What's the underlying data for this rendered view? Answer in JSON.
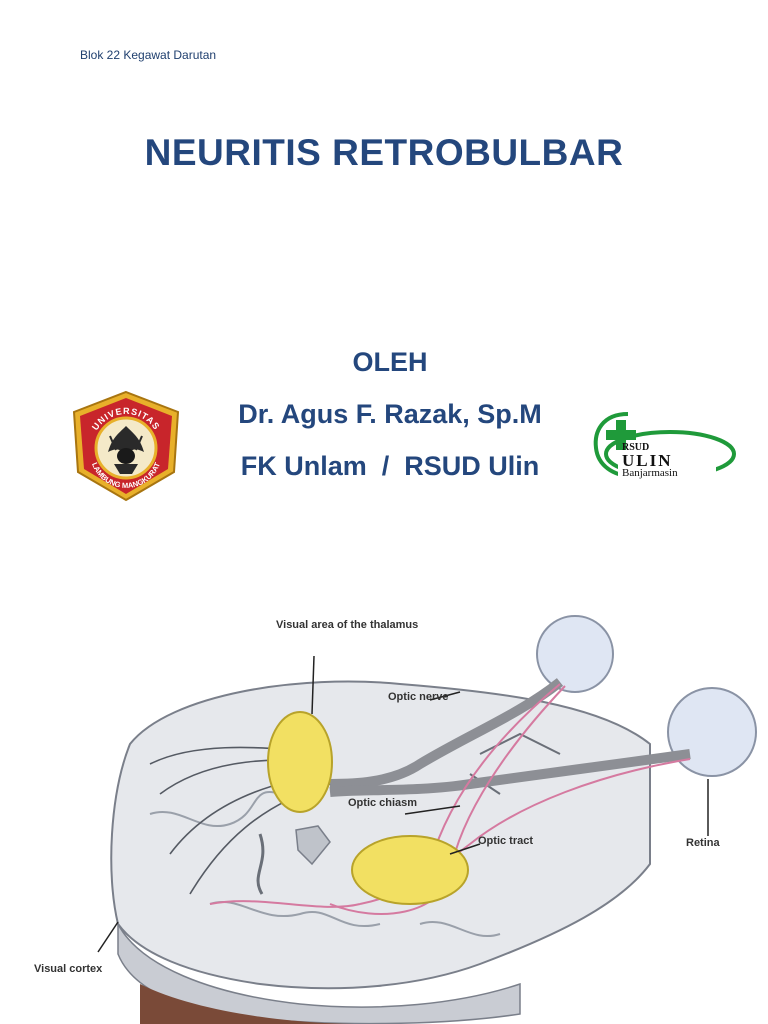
{
  "header": {
    "course": "Blok 22 Kegawat Darutan"
  },
  "title": "NEURITIS RETROBULBAR",
  "author": {
    "by": "OLEH",
    "name": "Dr. Agus F. Razak, Sp.M",
    "affiliation": "FK Unlam  /  RSUD Ulin"
  },
  "logos": {
    "university": {
      "top_text": "UNIVERSITAS",
      "bottom_text": "LAMBUNG MANGKURAT"
    },
    "hospital": {
      "line1": "RSUD",
      "line2": "ULIN",
      "line3": "Banjarmasin"
    }
  },
  "figure": {
    "labels": {
      "thalamus": "Visual area of the thalamus",
      "optic_nerve": "Optic nerve",
      "optic_chiasm": "Optic chiasm",
      "optic_tract": "Optic tract",
      "retina": "Retina",
      "visual_cortex": "Visual cortex"
    }
  },
  "colors": {
    "title": "#24477d",
    "logo_red": "#c8252b",
    "logo_gold": "#e8b02a",
    "hospital_green": "#1f9a3a"
  }
}
